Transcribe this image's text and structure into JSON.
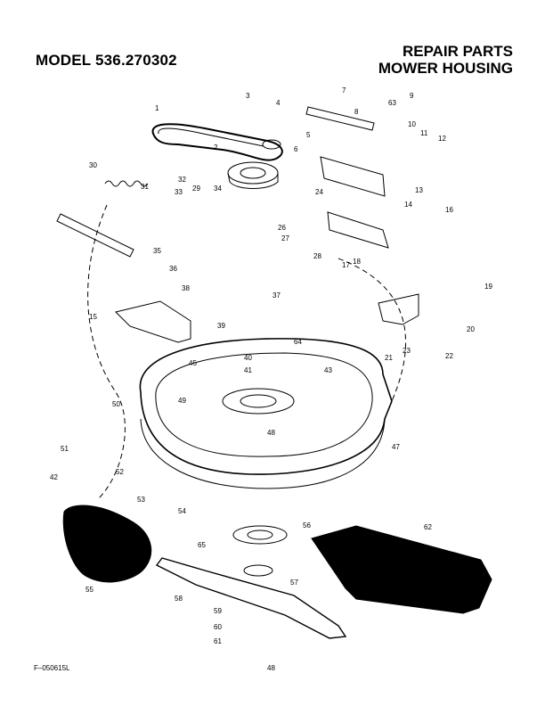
{
  "header": {
    "model": "MODEL 536.270302",
    "title_line1": "REPAIR PARTS",
    "title_line2": "MOWER HOUSING"
  },
  "footer": {
    "code": "F–050615L",
    "page": "48"
  },
  "callouts": [
    "1",
    "2",
    "3",
    "4",
    "5",
    "6",
    "7",
    "8",
    "9",
    "10",
    "11",
    "12",
    "13",
    "14",
    "15",
    "16",
    "17",
    "18",
    "19",
    "20",
    "21",
    "22",
    "23",
    "24",
    "26",
    "27",
    "28",
    "29",
    "30",
    "31",
    "32",
    "33",
    "34",
    "35",
    "36",
    "37",
    "38",
    "39",
    "40",
    "41",
    "42",
    "43",
    "45",
    "47",
    "48",
    "49",
    "50",
    "51",
    "52",
    "53",
    "54",
    "55",
    "56",
    "57",
    "58",
    "59",
    "60",
    "61",
    "62",
    "63",
    "64",
    "65"
  ]
}
